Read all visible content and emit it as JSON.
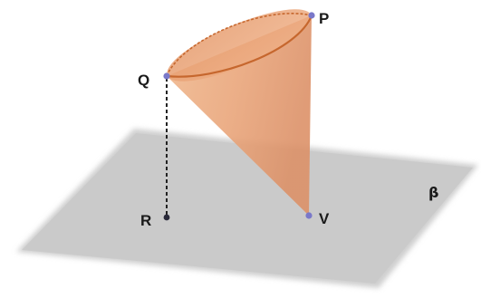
{
  "plane": {
    "label": "β",
    "color": "#cfcfcf"
  },
  "cone": {
    "fill_color": "#e7a57c",
    "rim_color": "#c6672e"
  },
  "points": {
    "p": {
      "label": "P"
    },
    "q": {
      "label": "Q"
    },
    "r": {
      "label": "R"
    },
    "v": {
      "label": "V"
    }
  },
  "colors": {
    "point_marker": "#7a78c9",
    "dashed_segment": "#222222"
  }
}
